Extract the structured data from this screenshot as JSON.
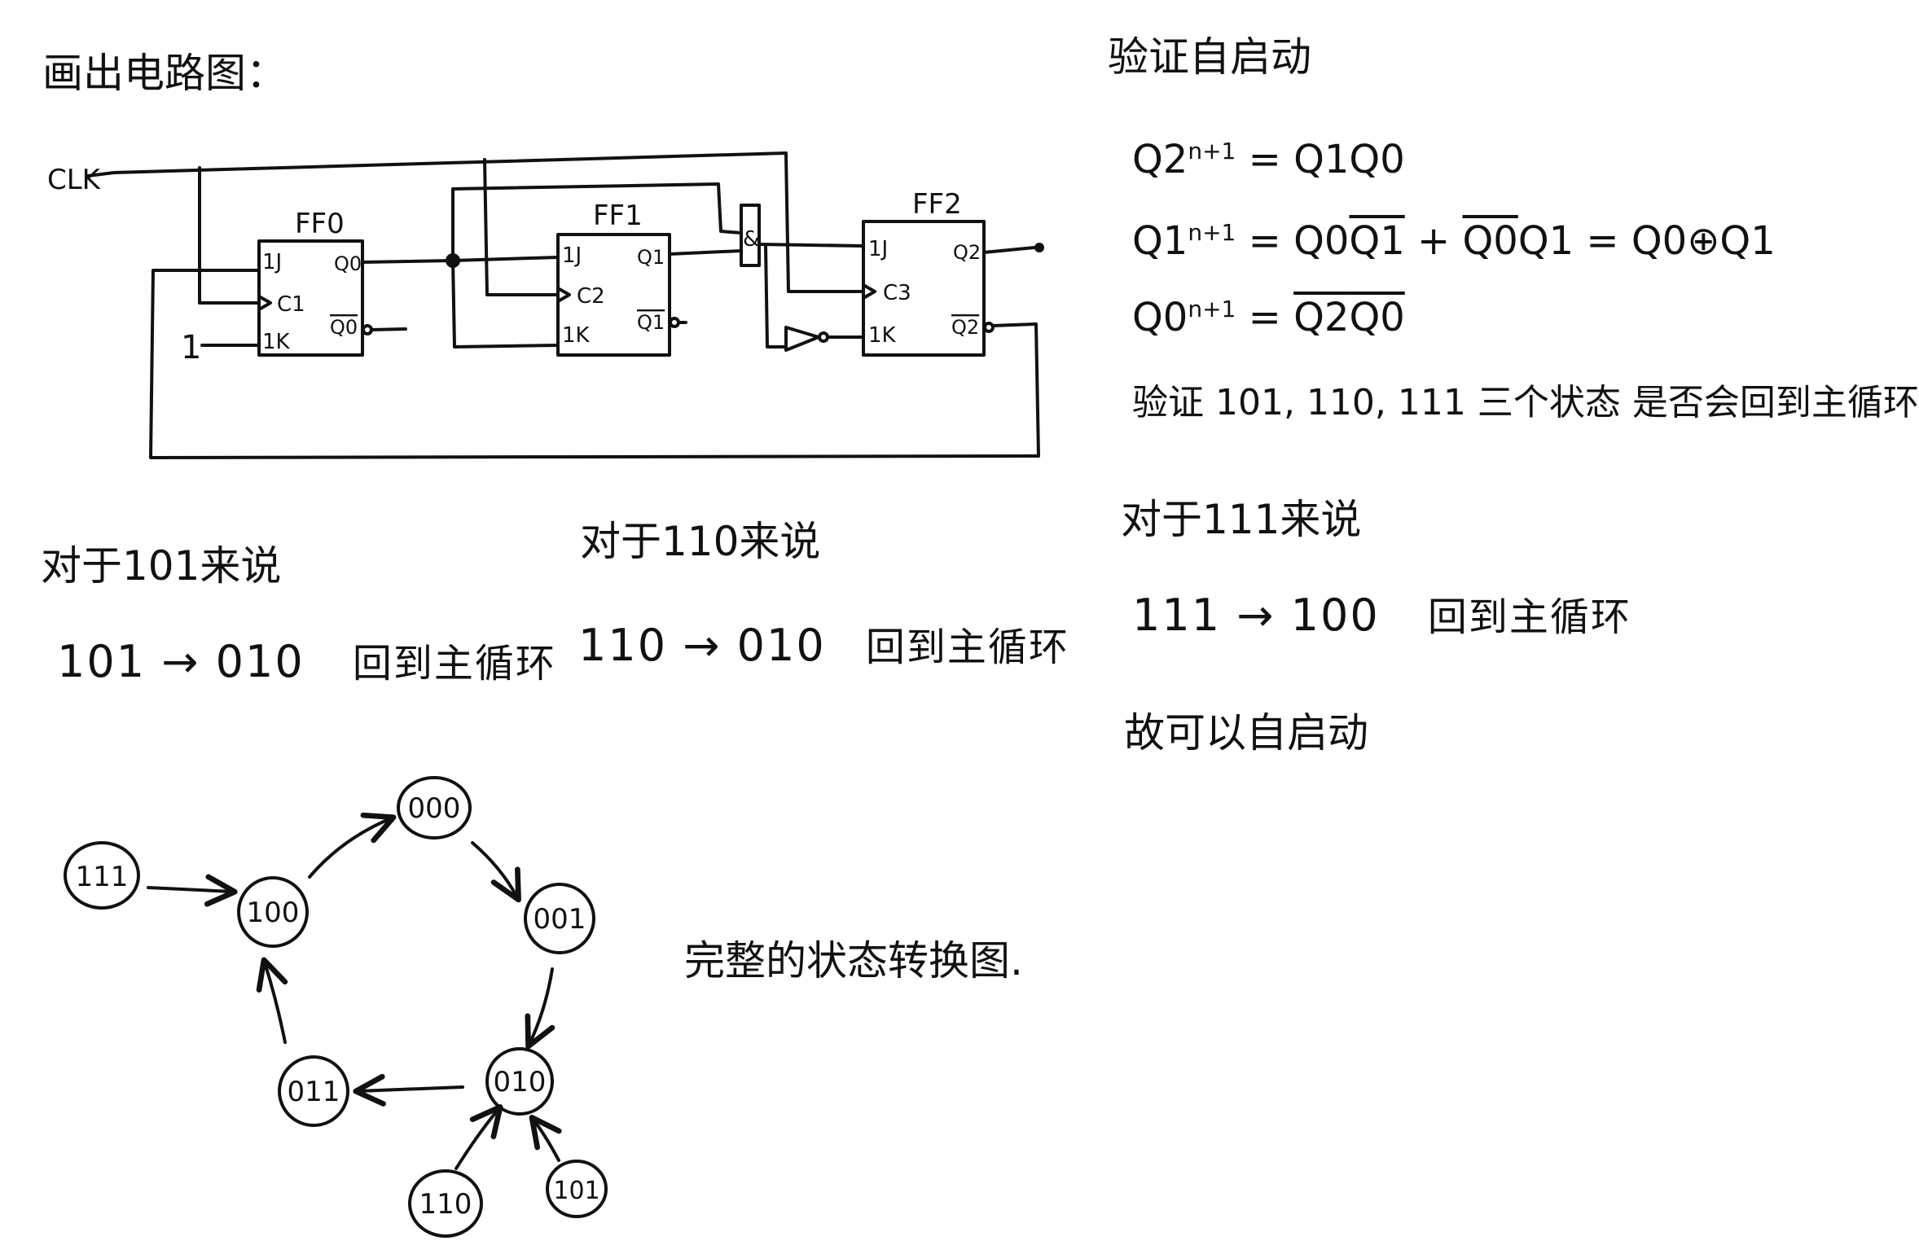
{
  "left_title": "画出电路图：",
  "circuit": {
    "clk_label": "CLK",
    "const_one": "1",
    "flip_flops": [
      {
        "name": "FF0",
        "pins": {
          "j": "1J",
          "c": "C1",
          "k": "1K",
          "q": "Q0",
          "qbar": "Q0"
        }
      },
      {
        "name": "FF1",
        "pins": {
          "j": "1J",
          "c": "C2",
          "k": "1K",
          "q": "Q1",
          "qbar": "Q1"
        }
      },
      {
        "name": "FF2",
        "pins": {
          "j": "1J",
          "c": "C3",
          "k": "1K",
          "q": "Q2",
          "qbar": "Q2"
        }
      }
    ],
    "and_gate_label": "&"
  },
  "right_title": "验证自启动",
  "equations": {
    "q2": {
      "lhs": "Q2",
      "sup": "n+1",
      "rhs": "= Q1Q0"
    },
    "q1": {
      "lhs": "Q1",
      "sup": "n+1",
      "rhs_a": "= Q0",
      "rhs_b": "Q1",
      "rhs_c": "+",
      "rhs_d": "Q0",
      "rhs_e": "Q1 = Q0⊕Q1"
    },
    "q0": {
      "lhs": "Q0",
      "sup": "n+1",
      "rhs_a": "=",
      "rhs_b": "Q2",
      "rhs_c": "Q0"
    },
    "verify_note": "验证 101, 110, 111 三个状态 是否会回到主循环"
  },
  "cases": [
    {
      "heading": "对于101来说",
      "transition": "101 → 010",
      "result": "回到主循环"
    },
    {
      "heading": "对于110来说",
      "transition": "110 → 010",
      "result": "回到主循环"
    },
    {
      "heading": "对于111来说",
      "transition": "111 → 100",
      "result": "回到主循环"
    }
  ],
  "conclusion": "故可以自启动",
  "state_diagram": {
    "caption": "完整的状态转换图.",
    "states": [
      "111",
      "100",
      "000",
      "001",
      "010",
      "011",
      "110",
      "101"
    ]
  }
}
